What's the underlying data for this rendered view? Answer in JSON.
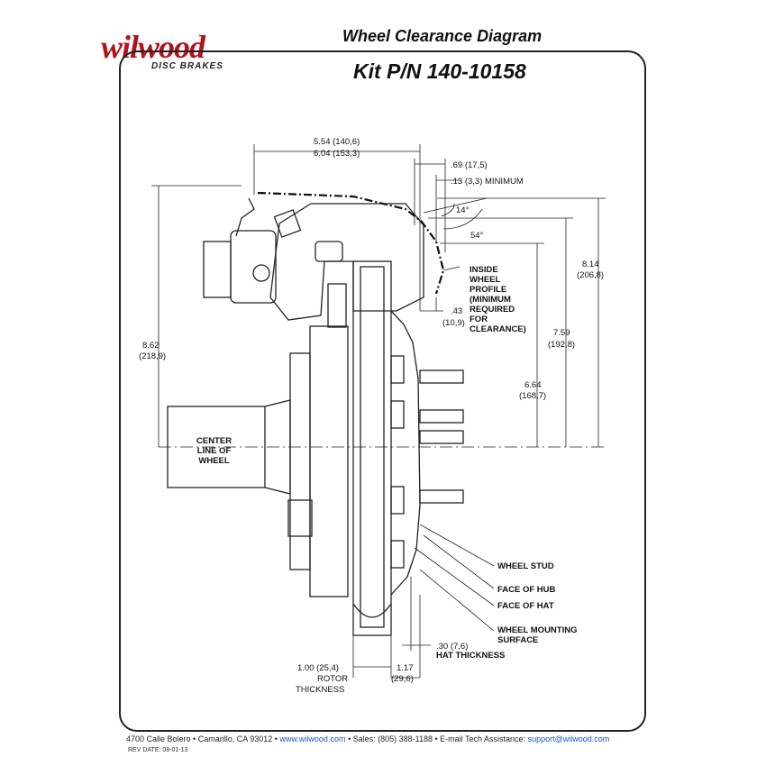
{
  "header": {
    "brand": "wilwood",
    "brand_sub": "DISC BRAKES",
    "title": "Wheel Clearance Diagram",
    "kit": "Kit P/N 140-10158",
    "brand_color": "#b3121b"
  },
  "dimensions": {
    "d1a": "5.54 (140,6)",
    "d1b": "6.04 (153,3)",
    "d2": ".69 (17,5)",
    "d3": ".13 (3,3) MINIMUM",
    "angle1": "14°",
    "angle2": "54°",
    "d4a": "8.14",
    "d4b": "(206,8)",
    "d5a": "7.59",
    "d5b": "(192,8)",
    "d6a": "6.64",
    "d6b": "(168,7)",
    "d7a": "8.62",
    "d7b": "(218,9)",
    "d8a": ".43",
    "d8b": "(10,9)",
    "d9": ".30 (7,6)",
    "d10a": "1.00 (25,4)",
    "d10b": "ROTOR",
    "d10c": "THICKNESS",
    "d11a": "1.17",
    "d11b": "(29,6)"
  },
  "callouts": {
    "inside_wheel": "INSIDE\nWHEEL\nPROFILE\n(MINIMUM\nREQUIRED\nFOR\nCLEARANCE)",
    "center_line": "CENTER\nLINE OF\nWHEEL",
    "wheel_stud": "WHEEL STUD",
    "face_hub": "FACE OF HUB",
    "face_hat": "FACE OF HAT",
    "mount": "WHEEL MOUNTING\nSURFACE",
    "hat_thickness": "HAT THICKNESS"
  },
  "footer": {
    "address": "4700 Calle Bolero • Camarillo, CA 93012 •",
    "web": "www.wilwood.com",
    "sales": "• Sales: (805) 388-1188 • E-mail Tech Assistance:",
    "email": "support@wilwood.com",
    "rev": "REV DATE:  08-01-13",
    "link_color": "#1a55c9"
  }
}
